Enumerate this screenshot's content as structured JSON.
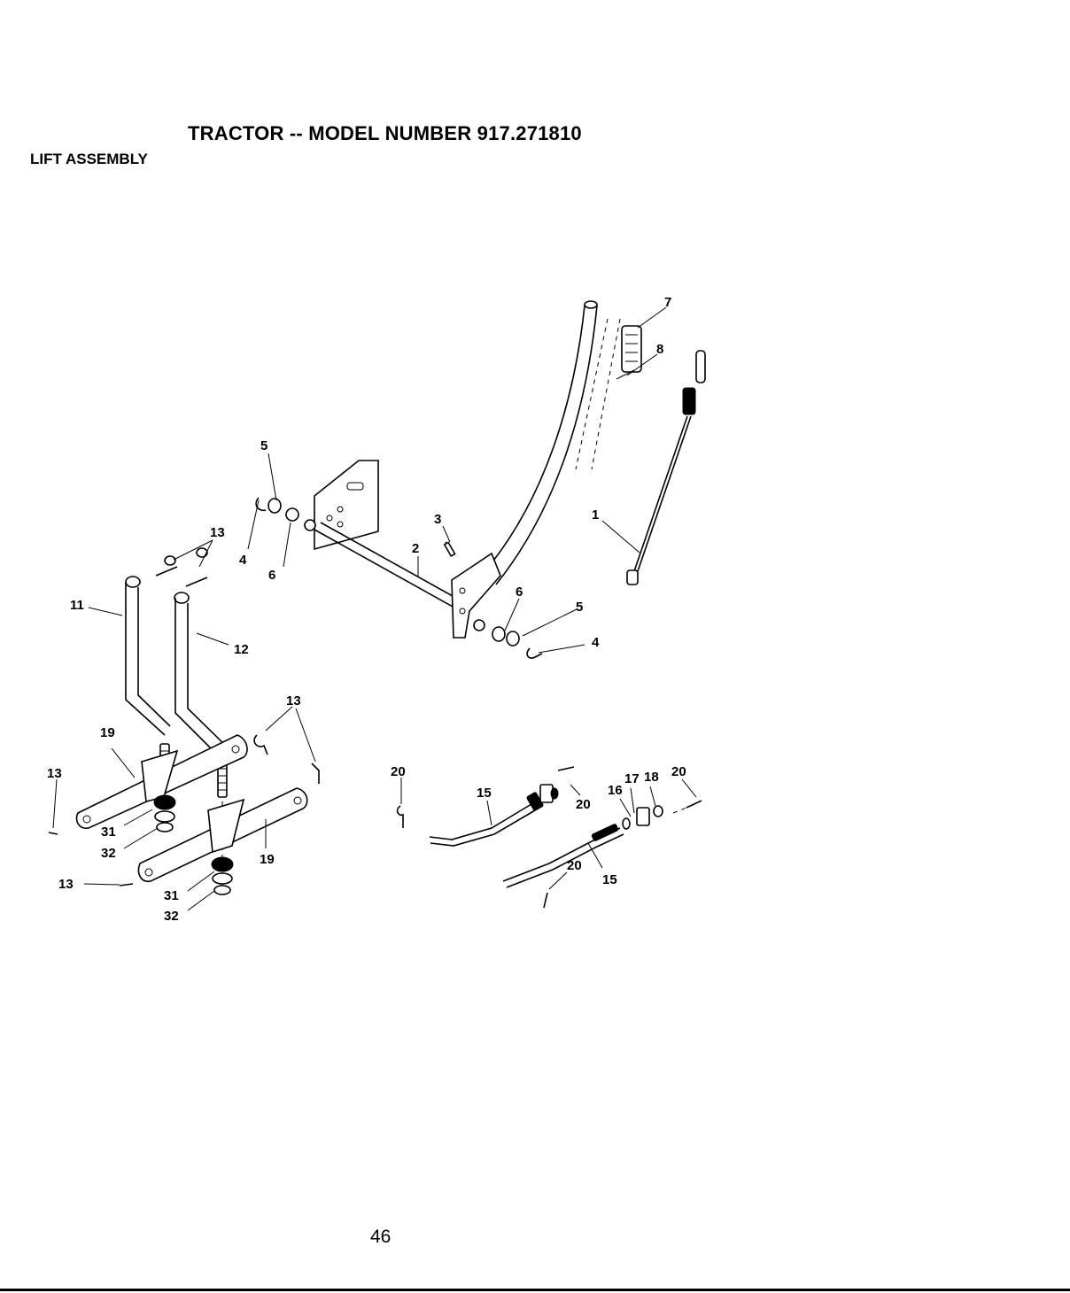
{
  "header": {
    "title": "TRACTOR -- MODEL NUMBER 917.271810",
    "section": "LIFT ASSEMBLY"
  },
  "footer": {
    "page_number": "46"
  },
  "callouts": [
    {
      "id": "c7",
      "text": "7"
    },
    {
      "id": "c8",
      "text": "8"
    },
    {
      "id": "c5a",
      "text": "5"
    },
    {
      "id": "c3",
      "text": "3"
    },
    {
      "id": "c1",
      "text": "1"
    },
    {
      "id": "c13a",
      "text": "13"
    },
    {
      "id": "c4a",
      "text": "4"
    },
    {
      "id": "c6a",
      "text": "6"
    },
    {
      "id": "c2",
      "text": "2"
    },
    {
      "id": "c11",
      "text": "11"
    },
    {
      "id": "c6b",
      "text": "6"
    },
    {
      "id": "c5b",
      "text": "5"
    },
    {
      "id": "c12",
      "text": "12"
    },
    {
      "id": "c4b",
      "text": "4"
    },
    {
      "id": "c13b",
      "text": "13"
    },
    {
      "id": "c19a",
      "text": "19"
    },
    {
      "id": "c13c",
      "text": "13"
    },
    {
      "id": "c20a",
      "text": "20"
    },
    {
      "id": "c17",
      "text": "17"
    },
    {
      "id": "c18",
      "text": "18"
    },
    {
      "id": "c20b",
      "text": "20"
    },
    {
      "id": "c15a",
      "text": "15"
    },
    {
      "id": "c16",
      "text": "16"
    },
    {
      "id": "c20c",
      "text": "20"
    },
    {
      "id": "c31a",
      "text": "31"
    },
    {
      "id": "c32a",
      "text": "32"
    },
    {
      "id": "c19b",
      "text": "19"
    },
    {
      "id": "c20d",
      "text": "20"
    },
    {
      "id": "c15b",
      "text": "15"
    },
    {
      "id": "c13d",
      "text": "13"
    },
    {
      "id": "c31b",
      "text": "31"
    },
    {
      "id": "c32b",
      "text": "32"
    }
  ]
}
